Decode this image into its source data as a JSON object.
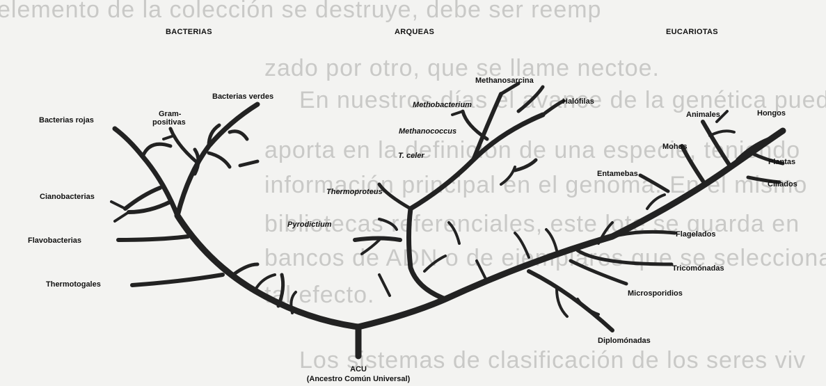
{
  "background_text": [
    "elemento de la colección se destruye, debe ser reemp",
    "zado por otro, que se llame nectoe.",
    "En nuestros días el avance de la genética pued",
    "aporta en la definición de una especie, teniendo",
    "información principal en el genoma. En el mismo",
    "bibliotecas referenciales, este lote se guarda en",
    "bancos de ADN o de ejemplares que se seleccionan",
    "tal efecto.",
    "Los sistemas de clasificación de los seres viv"
  ],
  "domains": {
    "bacteria": "BACTERIAS",
    "archaea": "ARQUEAS",
    "eukarya": "EUCARIOTAS"
  },
  "bacteria_labels": {
    "green": "Bacterias verdes",
    "red": "Bacterias rojas",
    "gram_1": "Gram-",
    "gram_2": "positivas",
    "cyano": "Cianobacterias",
    "flavo": "Flavobacterias",
    "thermo": "Thermotogales"
  },
  "archaea_labels": {
    "methanosarcina": "Methanosarcina",
    "halofilas": "Halófilas",
    "methanobacterium": "Methobacterium",
    "methanococcus": "Methanococcus",
    "tceler": "T. celer",
    "thermoproteus": "Thermoproteus",
    "pyrodictium": "Pyrodictium"
  },
  "eukarya_labels": {
    "animales": "Animales",
    "hongos": "Hongos",
    "mohos": "Mohos",
    "plantas": "Plantas",
    "ciliados": "Ciliados",
    "entamebas": "Entamebas",
    "flagelados": "Flagelados",
    "tricomonadas": "Tricomónadas",
    "microsporidios": "Microsporidios",
    "diplomonadas": "Diplomónadas"
  },
  "root": {
    "line1": "ACU",
    "line2": "(Ancestro Común Universal)"
  }
}
